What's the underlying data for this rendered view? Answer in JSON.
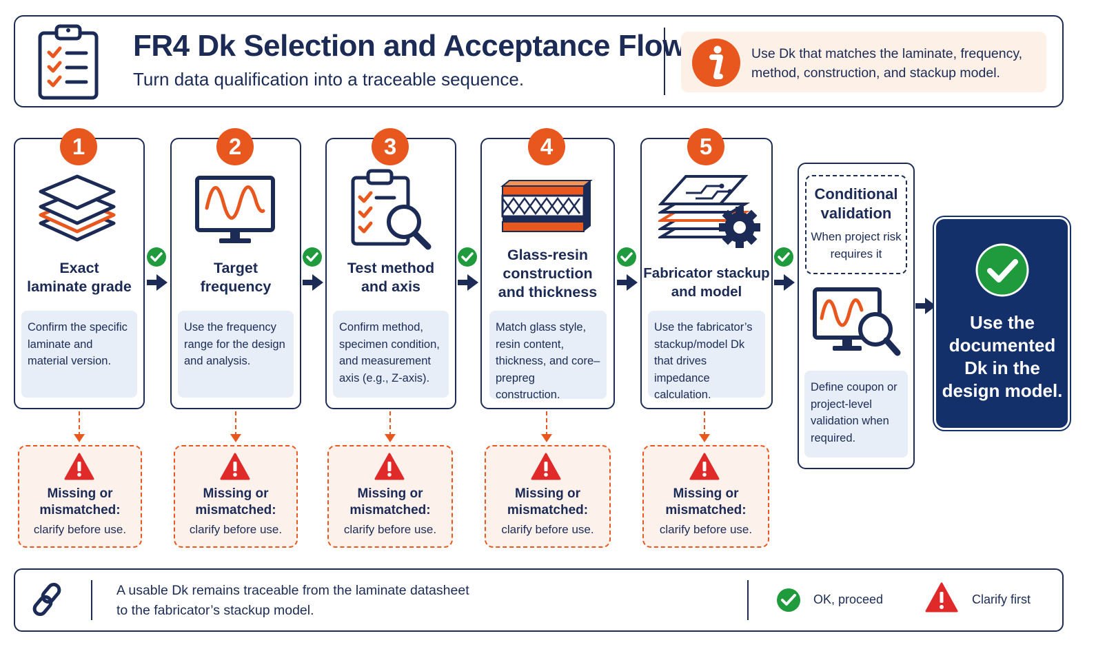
{
  "header": {
    "title": "FR4 Dk Selection and Acceptance Flow",
    "subtitle": "Turn data qualification into a traceable sequence.",
    "info": "Use Dk that matches the laminate, frequency, method, construction, and stackup model."
  },
  "steps": [
    {
      "number": "1",
      "title_l1": "Exact",
      "title_l2": "laminate grade",
      "title_l3": "",
      "icon": "layers-icon",
      "description": "Confirm the specific laminate and material version."
    },
    {
      "number": "2",
      "title_l1": "Target",
      "title_l2": "frequency",
      "title_l3": "",
      "icon": "waveform-monitor-icon",
      "description": "Use the frequency range for the design and analysis."
    },
    {
      "number": "3",
      "title_l1": "Test method",
      "title_l2": "and axis",
      "title_l3": "",
      "icon": "clipboard-magnifier-icon",
      "description": "Confirm method, specimen condition, and measurement axis (e.g., Z-axis)."
    },
    {
      "number": "4",
      "title_l1": "Glass-resin",
      "title_l2": "construction",
      "title_l3": "and thickness",
      "icon": "laminate-cross-section-icon",
      "description": "Match glass style, resin content, thickness, and core–prepreg construction."
    },
    {
      "number": "5",
      "title_l1": "Fabricator stackup",
      "title_l2": "and model",
      "title_l3": "",
      "icon": "stackup-gear-icon",
      "description": "Use the fabricator’s stackup/model Dk that drives impedance calculation."
    }
  ],
  "warning": {
    "line1": "Missing or",
    "line2": "mismatched:",
    "line3": "clarify before use."
  },
  "conditional": {
    "title_l1": "Conditional",
    "title_l2": "validation",
    "note": "When project risk requires it",
    "description": "Define coupon or project-level validation when required."
  },
  "final": {
    "text": "Use the documented Dk in the design model."
  },
  "footer": {
    "text_l1": "A usable Dk remains traceable from the laminate datasheet",
    "text_l2": "to the fabricator’s stackup model.",
    "legend_ok": "OK, proceed",
    "legend_clarify": "Clarify first"
  },
  "colors": {
    "navy": "#1b2b55",
    "orange": "#e8571e",
    "green": "#1f9a3c",
    "red": "#e02a2a",
    "final_bg": "#14306a",
    "desc_bg": "#e7eef8"
  }
}
